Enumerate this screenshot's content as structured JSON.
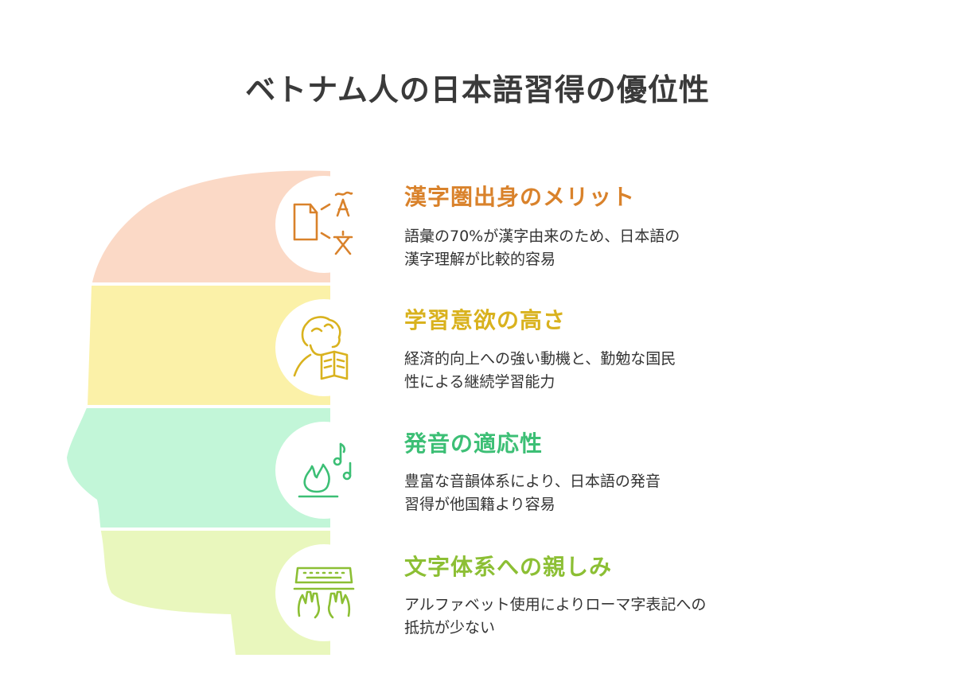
{
  "title": "ベトナム人の日本語習得の優位性",
  "items": [
    {
      "title": "漢字圏出身のメリット",
      "description": "語彙の70%が漢字由来のため、日本語の\n漢字理解が比較的容易",
      "icon": "translate-icon",
      "color": "#d9822b",
      "band_color": "#fbd9c6"
    },
    {
      "title": "学習意欲の高さ",
      "description": "経済的向上への強い動機と、勤勉な国民\n性による継続学習能力",
      "icon": "reading-person-icon",
      "color": "#d9b21e",
      "band_color": "#fbf1a8"
    },
    {
      "title": "発音の適応性",
      "description": " 豊富な音韻体系により、日本語の発音\n習得が他国籍より容易",
      "icon": "music-notes-icon",
      "color": "#3cbf75",
      "band_color": "#c2f6d8"
    },
    {
      "title": "文字体系への親しみ",
      "description": "アルファベット使用によりローマ字表記への\n抵抗が少ない",
      "icon": "keyboard-typing-icon",
      "color": "#8cbf34",
      "band_color": "#e9f7bd"
    }
  ]
}
